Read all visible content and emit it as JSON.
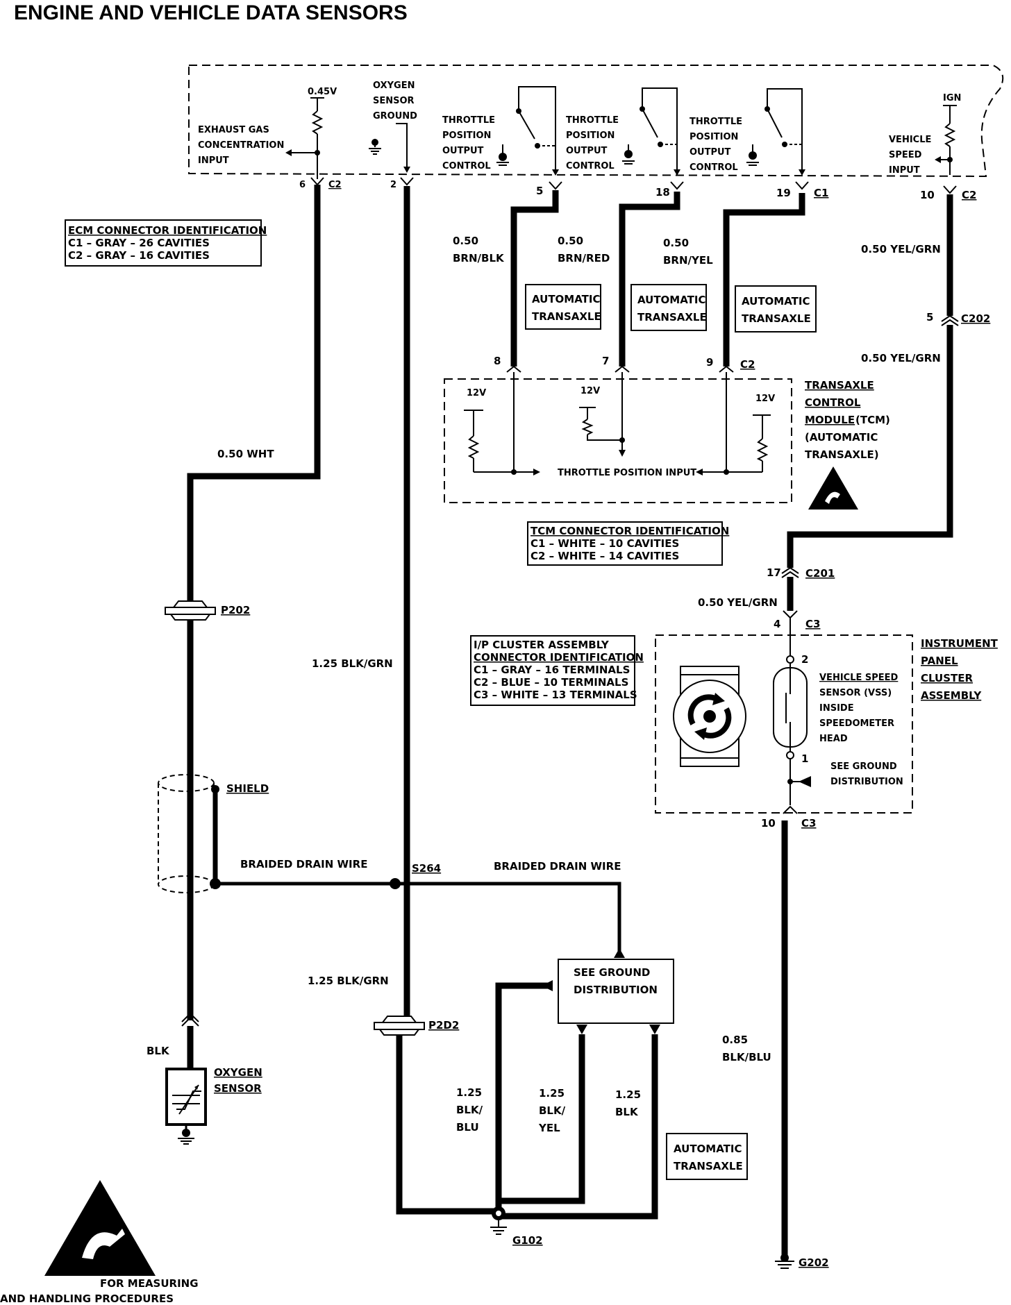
{
  "title": "ENGINE AND VEHICLE DATA SENSORS",
  "ecm": {
    "v045": "0.45V",
    "egc": [
      "EXHAUST GAS",
      "CONCENTRATION",
      "INPUT"
    ],
    "o2gnd": [
      "OXYGEN",
      "SENSOR",
      "GROUND"
    ],
    "tp": [
      "THROTTLE",
      "POSITION",
      "OUTPUT",
      "CONTROL"
    ],
    "ign": "IGN",
    "vss": [
      "VEHICLE",
      "SPEED",
      "INPUT"
    ],
    "pins": {
      "p6": "6",
      "c2a": "C2",
      "p2": "2",
      "p5": "5",
      "p18": "18",
      "p19": "19",
      "c1": "C1",
      "p10": "10",
      "c2b": "C2"
    }
  },
  "ecm_id": {
    "title": "ECM CONNECTOR IDENTIFICATION",
    "l1": "C1 – GRAY – 26 CAVITIES",
    "l2": "C2 – GRAY – 16 CAVITIES"
  },
  "wires": {
    "brnblk": [
      "0.50",
      "BRN/BLK"
    ],
    "brnred": [
      "0.50",
      "BRN/RED"
    ],
    "brnyel": [
      "0.50",
      "BRN/YEL"
    ],
    "yelgrn": "0.50 YEL/GRN",
    "wht": "0.50 WHT",
    "blkgrn": "1.25 BLK/GRN",
    "blk": "BLK",
    "blkblu": [
      "1.25",
      "BLK/",
      "BLU"
    ],
    "blkyel": [
      "1.25",
      "BLK/",
      "YEL"
    ],
    "blk125": [
      "1.25",
      "BLK"
    ],
    "blkblu085": [
      "0.85",
      "BLK/BLU"
    ]
  },
  "auto_trans": [
    "AUTOMATIC",
    "TRANSAXLE"
  ],
  "tcm": {
    "pins": {
      "p8": "8",
      "p7": "7",
      "p9": "9",
      "c2": "C2"
    },
    "v12": "12V",
    "tpi": "THROTTLE POSITION INPUT",
    "label": [
      "TRANSAXLE",
      "CONTROL",
      "MODULE",
      "(TCM)",
      "(AUTOMATIC",
      "TRANSAXLE)"
    ]
  },
  "tcm_id": {
    "title": "TCM CONNECTOR IDENTIFICATION",
    "l1": "C1 – WHITE – 10 CAVITIES",
    "l2": "C2 – WHITE – 14 CAVITIES"
  },
  "c202": {
    "pin": "5",
    "name": "C202"
  },
  "c201": {
    "pin": "17",
    "name": "C201"
  },
  "ipc": {
    "pin_in": "4",
    "c3a": "C3",
    "pin_out": "10",
    "c3b": "C3",
    "t2": "2",
    "t1": "1",
    "label": [
      "INSTRUMENT",
      "PANEL",
      "CLUSTER",
      "ASSEMBLY"
    ],
    "vss": [
      "VEHICLE SPEED",
      "SENSOR (VSS)",
      "INSIDE",
      "SPEEDOMETER",
      "HEAD"
    ],
    "gnd": [
      "SEE GROUND",
      "DISTRIBUTION"
    ]
  },
  "ipc_id": {
    "l0": "I/P CLUSTER ASSEMBLY",
    "l1": "CONNECTOR IDENTIFICATION",
    "l2": "C1 – GRAY – 16 TERMINALS",
    "l3": "C2 – BLUE – 10 TERMINALS",
    "l4": "C3 – WHITE – 13 TERMINALS"
  },
  "p202": "P202",
  "p202b": "P2D2",
  "shield": "SHIELD",
  "drain": "BRAIDED DRAIN WIRE",
  "s264": "S264",
  "gnddist": [
    "SEE GROUND",
    "DISTRIBUTION"
  ],
  "o2": [
    "OXYGEN",
    "SENSOR"
  ],
  "g102": "G102",
  "g202": "G202",
  "esd": [
    "FOR MEASURING",
    "AND HANDLING PROCEDURES"
  ]
}
